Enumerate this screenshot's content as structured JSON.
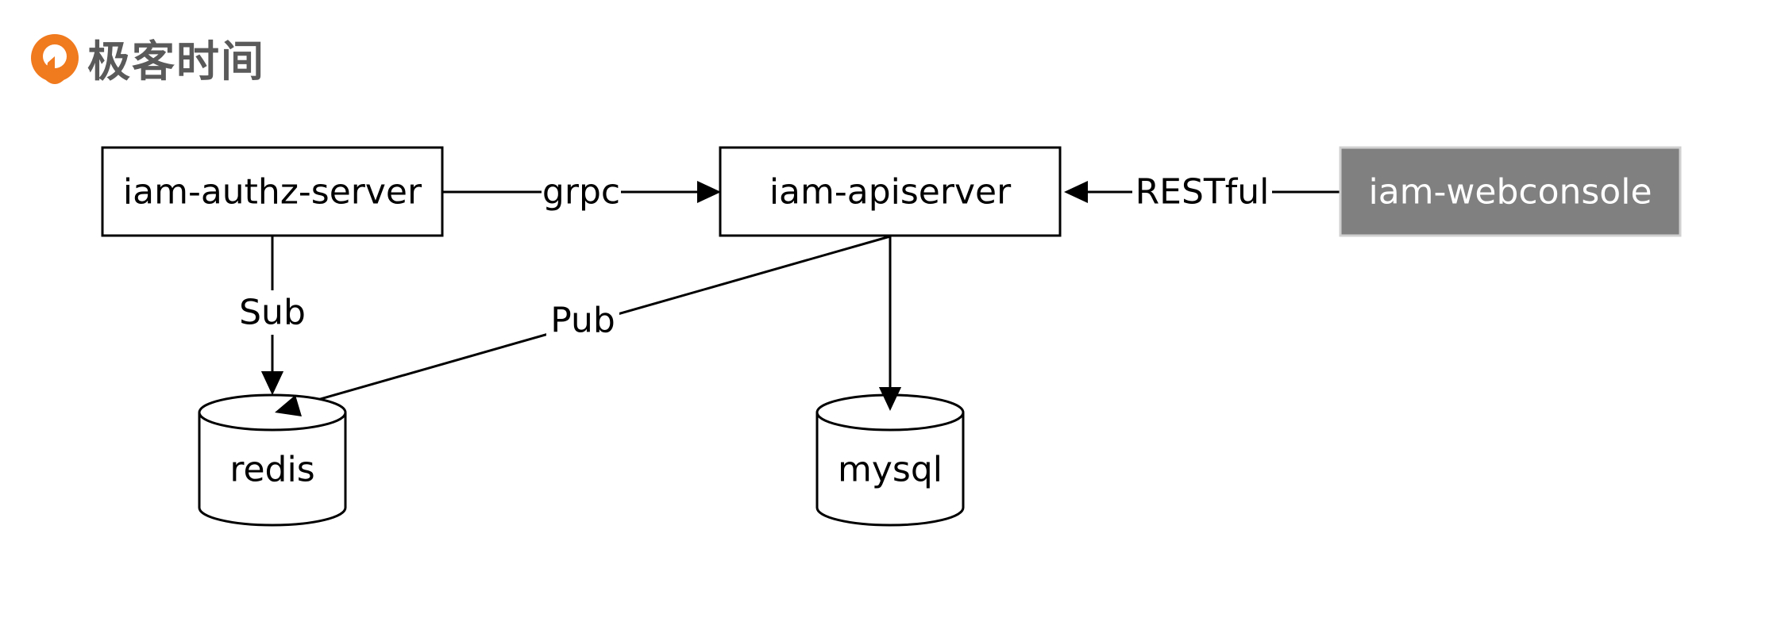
{
  "brand": {
    "name": "极客时间",
    "logo_icon": "geektime-logo-icon",
    "accent_color": "#f07a1e",
    "text_color": "#5a5a5a"
  },
  "diagram": {
    "nodes": {
      "authz": {
        "label": "iam-authz-server"
      },
      "apiserver": {
        "label": "iam-apiserver"
      },
      "webconsole": {
        "label": "iam-webconsole",
        "fill": "#808080"
      },
      "redis": {
        "label": "redis"
      },
      "mysql": {
        "label": "mysql"
      }
    },
    "edges": {
      "grpc": {
        "label": "grpc"
      },
      "restful": {
        "label": "RESTful"
      },
      "sub": {
        "label": "Sub"
      },
      "pub": {
        "label": "Pub"
      }
    }
  }
}
